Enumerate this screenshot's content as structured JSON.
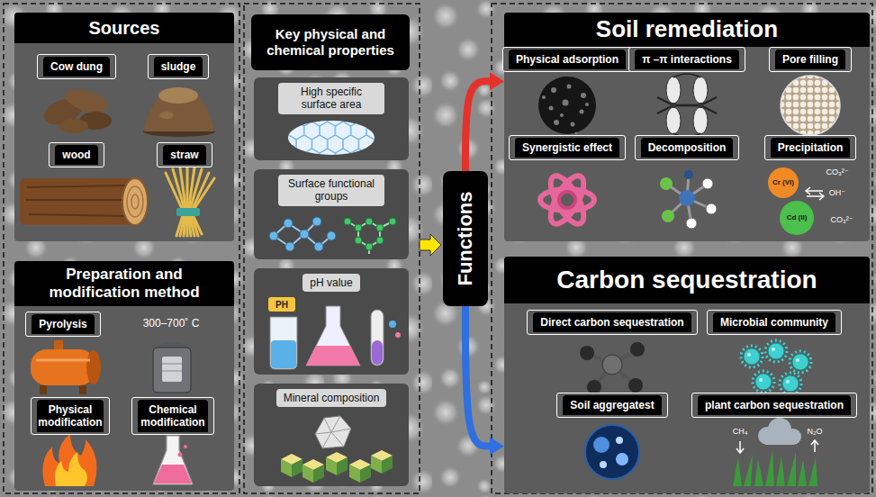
{
  "diagram": {
    "nodes": [
      {
        "text": [
          "Sources"
        ]
      },
      {
        "text": [
          "Cow dung"
        ],
        "in": 0
      },
      {
        "text": [
          "sludge"
        ],
        "in": 0
      },
      {
        "text": [
          "wood"
        ],
        "in": 0
      },
      {
        "text": [
          "straw"
        ],
        "in": 0
      },
      {
        "text": [
          "Preparation and modification method"
        ]
      },
      {
        "text": [
          "Pyrolysis"
        ],
        "in": 5
      },
      {
        "text": [
          "Physical modification"
        ],
        "in": 5
      },
      {
        "text": [
          "Chemical modification"
        ],
        "in": 5
      },
      {
        "text": [
          "Key physical and chemical properties"
        ]
      },
      {
        "text": [
          "High specific surface area"
        ]
      },
      {
        "text": [
          "Surface functional groups"
        ]
      },
      {
        "text": [
          "pH value"
        ]
      },
      {
        "text": [
          "Mineral composition"
        ]
      },
      {
        "text": [
          "Functions"
        ]
      },
      {
        "text": [
          "Soil remediation"
        ]
      },
      {
        "text": [
          "Physical adsorption"
        ],
        "in": 15
      },
      {
        "text": [
          "π –π interactions"
        ],
        "in": 15
      },
      {
        "text": [
          "Pore filling"
        ],
        "in": 15
      },
      {
        "text": [
          "Synergistic effect"
        ],
        "in": 15
      },
      {
        "text": [
          "Decomposition"
        ],
        "in": 15
      },
      {
        "text": [
          "Precipitation"
        ],
        "in": 15
      },
      {
        "text": [
          "Carbon sequestration"
        ]
      },
      {
        "text": [
          "Direct carbon sequestration"
        ],
        "in": 22
      },
      {
        "text": [
          "Microbial community"
        ],
        "in": 22
      },
      {
        "text": [
          "Soil aggregatest"
        ],
        "in": 22
      },
      {
        "text": [
          "plant carbon sequestration"
        ],
        "in": 22
      }
    ],
    "edges": [
      {
        "from": 14,
        "to": 15,
        "arrow": "to"
      },
      {
        "from": 14,
        "to": 22,
        "arrow": "to"
      }
    ],
    "labels": [
      "300–700˚ C",
      "PH",
      "Cr (VI)",
      "Cd (II)",
      "CO₃²⁻",
      "OH⁻",
      "CO₃²⁻",
      "CH₄",
      "N₂O"
    ]
  }
}
